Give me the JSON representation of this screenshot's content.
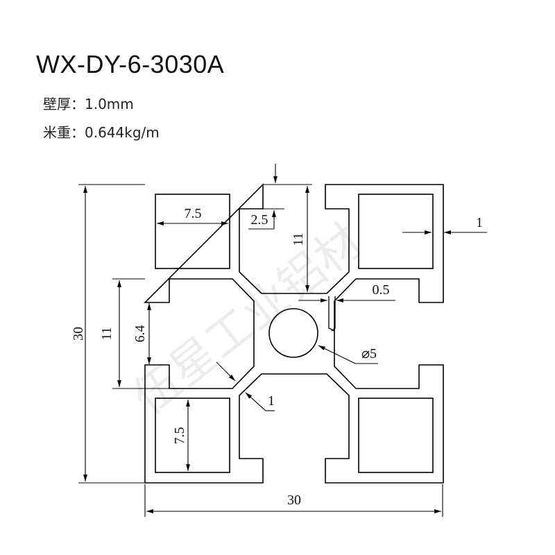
{
  "header": {
    "model": "WX-DY-6-3030A",
    "wall_thickness_label": "壁厚：",
    "wall_thickness_value": "1.0mm",
    "weight_label": "米重：",
    "weight_value": "0.644kg/m"
  },
  "drawing": {
    "watermark": "伍星工业铝材",
    "dimensions": {
      "overall_height": "30",
      "overall_width": "30",
      "slot_depth_left": "11",
      "slot_opening": "6.4",
      "cell_width": "7.5",
      "cell_height": "7.5",
      "lip_thickness": "2.5",
      "slot_depth_top": "11",
      "wall_right": "1",
      "gap": "0.5",
      "hole_diameter": "⌀5",
      "web_thickness": "1"
    }
  }
}
